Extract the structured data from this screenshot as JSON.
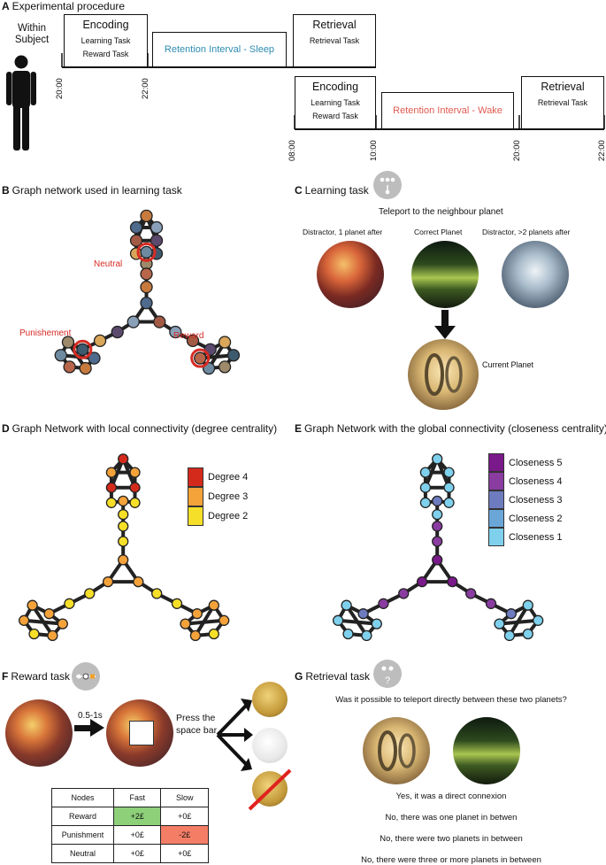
{
  "panel_a": {
    "letter": "A",
    "title": "Experimental procedure",
    "subject_label": "Within Subject",
    "encoding_title": "Encoding",
    "encoding_tasks": [
      "Learning Task",
      "Reward Task"
    ],
    "retrieval_title": "Retrieval",
    "retrieval_task": "Retrieval Task",
    "sleep_label": "Retention Interval - Sleep",
    "wake_label": "Retention Interval - Wake",
    "row1_ticks": [
      "20:00",
      "22:00"
    ],
    "row2_ticks": [
      "08:00",
      "10:00",
      "20:00",
      "22:00"
    ],
    "colors": {
      "sleep": "#2d8cb2",
      "wake": "#e05a50"
    }
  },
  "panel_b": {
    "letter": "B",
    "title": "Graph network used in learning task",
    "labels": {
      "neutral": "Neutral",
      "punishment": "Punishement",
      "reward": "Reward"
    },
    "label_color": "#d62b24"
  },
  "panel_c": {
    "letter": "C",
    "title": "Learning task",
    "instruction": "Teleport to the neighbour planet",
    "options": [
      "Distractor, 1 planet after",
      "Correct Planet",
      "Distractor, >2 planets after"
    ],
    "current": "Current Planet"
  },
  "panel_d": {
    "letter": "D",
    "title": "Graph Network with local connectivity (degree centrality)",
    "legend": [
      {
        "label": "Degree 4",
        "color": "#d42a1c"
      },
      {
        "label": "Degree 3",
        "color": "#f4a23a"
      },
      {
        "label": "Degree 2",
        "color": "#f6df28"
      }
    ]
  },
  "panel_e": {
    "letter": "E",
    "title": "Graph Network with the global connectivity (closeness centrality)",
    "legend": [
      {
        "label": "Closeness 5",
        "color": "#7a1a8a"
      },
      {
        "label": "Closeness 4",
        "color": "#8a3ca0"
      },
      {
        "label": "Closeness 3",
        "color": "#6e7bbf"
      },
      {
        "label": "Closeness 2",
        "color": "#6aa6d8"
      },
      {
        "label": "Closeness 1",
        "color": "#7fd0ec"
      }
    ]
  },
  "panel_f": {
    "letter": "F",
    "title": "Reward task",
    "delay": "0.5-1s",
    "press": "Press the space bar",
    "table": {
      "headers": [
        "Nodes",
        "Fast",
        "Slow"
      ],
      "rows": [
        [
          "Reward",
          "+2£",
          "+0£"
        ],
        [
          "Punishment",
          "+0£",
          "-2£"
        ],
        [
          "Neutral",
          "+0£",
          "+0£"
        ]
      ],
      "colors": {
        "fast_reward": "#8ed07a",
        "slow_punish": "#f47d66"
      }
    }
  },
  "panel_g": {
    "letter": "G",
    "title": "Retrieval task",
    "question": "Was it possible to teleport directly between these two planets?",
    "answers": [
      "Yes, it was a direct connexion",
      "No, there was one planet in betwen",
      "No, there were two planets in between",
      "No, there were three or more planets in between"
    ]
  }
}
